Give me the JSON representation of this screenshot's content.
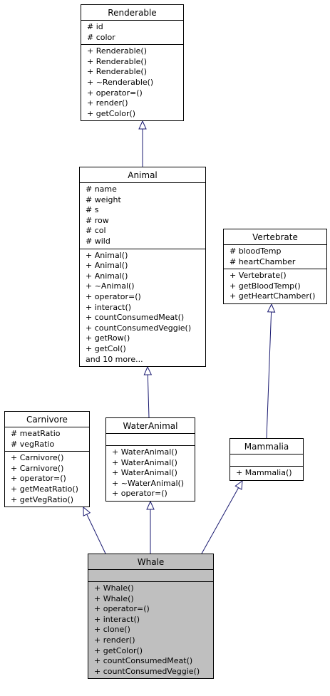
{
  "colors": {
    "edge": "#191970",
    "highlight_fill": "#bfbfbf",
    "border": "#000000"
  },
  "classes": {
    "renderable": {
      "name": "Renderable",
      "attributes": [
        "# id",
        "# color"
      ],
      "methods": [
        "+ Renderable()",
        "+ Renderable()",
        "+ Renderable()",
        "+ ~Renderable()",
        "+ operator=()",
        "+ render()",
        "+ getColor()"
      ]
    },
    "animal": {
      "name": "Animal",
      "attributes": [
        "# name",
        "# weight",
        "# s",
        "# row",
        "# col",
        "# wild"
      ],
      "methods": [
        "+ Animal()",
        "+ Animal()",
        "+ Animal()",
        "+ ~Animal()",
        "+ operator=()",
        "+ interact()",
        "+ countConsumedMeat()",
        "+ countConsumedVeggie()",
        "+ getRow()",
        "+ getCol()",
        "and 10 more..."
      ]
    },
    "vertebrate": {
      "name": "Vertebrate",
      "attributes": [
        "# bloodTemp",
        "# heartChamber"
      ],
      "methods": [
        "+ Vertebrate()",
        "+ getBloodTemp()",
        "+ getHeartChamber()"
      ]
    },
    "carnivore": {
      "name": "Carnivore",
      "attributes": [
        "# meatRatio",
        "# vegRatio"
      ],
      "methods": [
        "+ Carnivore()",
        "+ Carnivore()",
        "+ operator=()",
        "+ getMeatRatio()",
        "+ getVegRatio()"
      ]
    },
    "wateranimal": {
      "name": "WaterAnimal",
      "attributes": [],
      "methods": [
        "+ WaterAnimal()",
        "+ WaterAnimal()",
        "+ WaterAnimal()",
        "+ ~WaterAnimal()",
        "+ operator=()"
      ]
    },
    "mammalia": {
      "name": "Mammalia",
      "attributes": [],
      "methods": [
        "+ Mammalia()"
      ]
    },
    "whale": {
      "name": "Whale",
      "attributes": [],
      "methods": [
        "+ Whale()",
        "+ Whale()",
        "+ operator=()",
        "+ interact()",
        "+ clone()",
        "+ render()",
        "+ getColor()",
        "+ countConsumedMeat()",
        "+ countConsumedVeggie()"
      ]
    }
  }
}
